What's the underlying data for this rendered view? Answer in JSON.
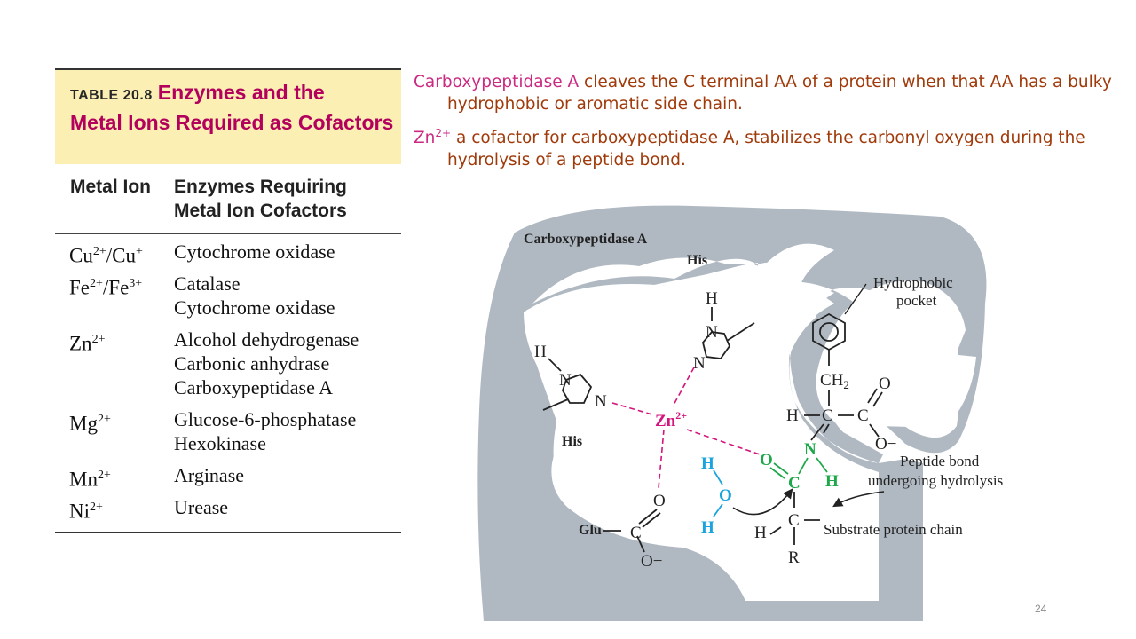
{
  "table": {
    "label": "TABLE 20.8",
    "heading_part1": "Enzymes and the",
    "heading_part2": "Metal Ions Required as Cofactors",
    "col_metal": "Metal Ion",
    "col_enzymes_line1": "Enzymes Requiring",
    "col_enzymes_line2": "Metal Ion Cofactors",
    "rows": [
      {
        "ion_a": "Cu",
        "ion_a_charge": "2+",
        "ion_sep": "/Cu",
        "ion_b_charge": "+",
        "enzymes": [
          "Cytochrome oxidase"
        ]
      },
      {
        "ion_a": "Fe",
        "ion_a_charge": "2+",
        "ion_sep": "/Fe",
        "ion_b_charge": "3+",
        "enzymes": [
          "Catalase",
          "Cytochrome oxidase"
        ]
      },
      {
        "ion_a": "Zn",
        "ion_a_charge": "2+",
        "enzymes": [
          "Alcohol dehydrogenase",
          "Carbonic anhydrase",
          "Carboxypeptidase A"
        ]
      },
      {
        "ion_a": "Mg",
        "ion_a_charge": "2+",
        "enzymes": [
          "Glucose-6-phosphatase",
          "Hexokinase"
        ]
      },
      {
        "ion_a": "Mn",
        "ion_a_charge": "2+",
        "enzymes": [
          "Arginase"
        ]
      },
      {
        "ion_a": "Ni",
        "ion_a_charge": "2+",
        "enzymes": [
          "Urease"
        ]
      }
    ]
  },
  "bullets": {
    "b1_term": "Carboxypeptidase A",
    "b1_rest": " cleaves the C terminal AA of a protein when that AA has a bulky hydrophobic or aromatic side chain.",
    "b2_term": "Zn",
    "b2_charge": "2+",
    "b2_rest": " a cofactor for carboxypeptidase A, stabilizes the carbonyl oxygen during the hydrolysis of a peptide bond."
  },
  "diagram": {
    "enzyme_label": "Carboxypeptidase A",
    "his": "His",
    "glu": "Glu",
    "zinc": "Zn",
    "zinc_charge": "2+",
    "hydrophobic_line1": "Hydrophobic",
    "hydrophobic_line2": "pocket",
    "peptide_line1": "Peptide bond",
    "peptide_line2": "undergoing hydrolysis",
    "substrate": "Substrate protein chain",
    "atom_h": "H",
    "atom_n": "N",
    "atom_o": "O",
    "atom_c": "C",
    "atom_r": "R",
    "o_minus": "O−",
    "ch2": "CH",
    "ch2_sub": "2"
  },
  "page_number": "24",
  "colors": {
    "table_header_bg": "#fbefb4",
    "table_heading": "#b3005c",
    "bullet_text": "#a03a0a",
    "bullet_term": "#cc2a82",
    "enzyme_pocket": "#b0b9c2",
    "zinc": "#d4157d",
    "water": "#1aa3dc",
    "peptide": "#1ea84b"
  }
}
